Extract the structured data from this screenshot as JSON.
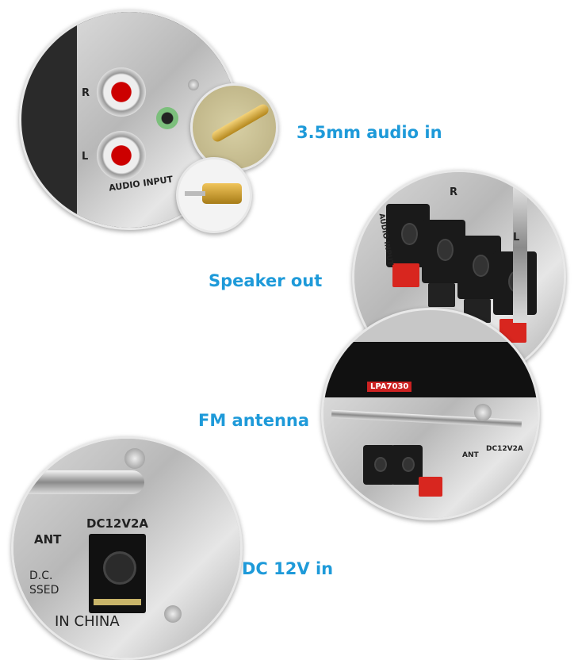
{
  "features": [
    {
      "label": "3.5mm audio in",
      "photo_text": [
        "R",
        "L",
        "AUDIO INPUT"
      ]
    },
    {
      "label": "Speaker out",
      "photo_text": [
        "R",
        "L",
        "AUDIO INPUT"
      ]
    },
    {
      "label": "FM antenna",
      "photo_text": [
        "ANT",
        "DC12V2A",
        "LPA7030"
      ]
    },
    {
      "label": "DC 12V in",
      "photo_text": [
        "ANT",
        "DC12V2A",
        "D.C.",
        "SSED",
        "IN CHINA"
      ]
    }
  ],
  "colors": {
    "label": "#1e9ad9",
    "panel": "#c8c8c8",
    "clip_red": "#d8261f"
  }
}
